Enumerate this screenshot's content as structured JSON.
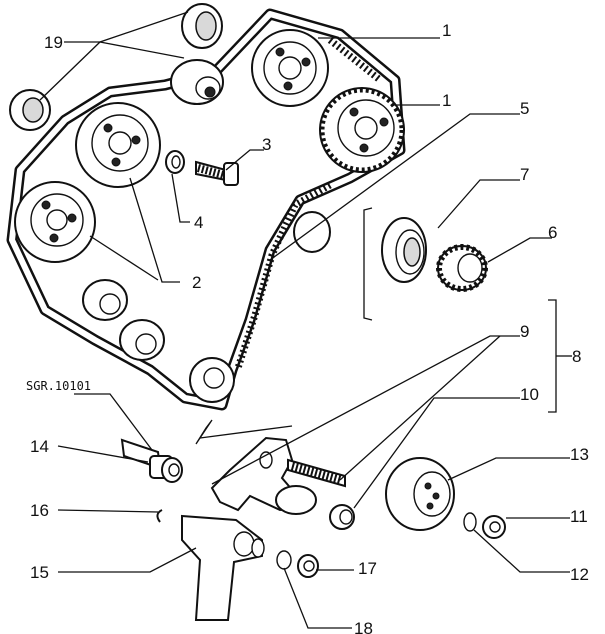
{
  "callouts": {
    "c1a": "1",
    "c1b": "1",
    "c2": "2",
    "c3": "3",
    "c4": "4",
    "c5": "5",
    "c6": "6",
    "c7": "7",
    "c8": "8",
    "c9": "9",
    "c10": "10",
    "c11": "11",
    "c12": "12",
    "c13": "13",
    "c14": "14",
    "c15": "15",
    "c16": "16",
    "c17": "17",
    "c18": "18",
    "c19": "19"
  },
  "tool_reference": "SGR.10101"
}
